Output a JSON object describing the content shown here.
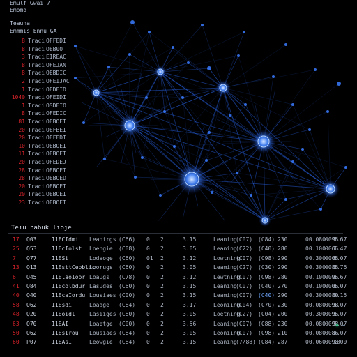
{
  "colors": {
    "background": "#000000",
    "edge": "#2d6cff",
    "node": "#3a7bff",
    "hub": "#bcd8ff",
    "accent_red": "#d8222a",
    "text": "#aeb7c5"
  },
  "side_panel": {
    "headers": [
      "Emulf Gwai 7",
      "Emomo",
      "Teauna",
      "Emmmis Ennu GA"
    ],
    "rows": [
      [
        "8",
        "Traci",
        "OFFEDI"
      ],
      [
        "8",
        "Traci",
        "OEB00"
      ],
      [
        "3",
        "Traci",
        "EIREAC"
      ],
      [
        "8",
        "Traci",
        "OFEJAN"
      ],
      [
        "8",
        "Traci",
        "OEBDIC"
      ],
      [
        "2",
        "Traci",
        "OFEIJAC"
      ],
      [
        "1",
        "Traci",
        "OEDEID"
      ],
      [
        "1040",
        "Traci",
        "OFEIDI"
      ],
      [
        "1",
        "Traci",
        "OSDEIO"
      ],
      [
        "8",
        "Traci",
        "OFEDIC"
      ],
      [
        "81",
        "Traci",
        "OEBOEI"
      ],
      [
        "20",
        "Traci",
        "OEFBEI"
      ],
      [
        "20",
        "Traci",
        "OEFEDI"
      ],
      [
        "10",
        "Traci",
        "OEBOEI"
      ],
      [
        "11",
        "Traci",
        "OEBOEI"
      ],
      [
        "20",
        "Traci",
        "OFEDEJ"
      ],
      [
        "28",
        "Traci",
        "OEBOEI"
      ],
      [
        "28",
        "Traci",
        "OEBOED"
      ],
      [
        "20",
        "Traci",
        "OEBOEI"
      ],
      [
        "20",
        "Traci",
        "OEBOEI"
      ],
      [
        "23",
        "Traci",
        "OEBOEI"
      ]
    ]
  },
  "table": {
    "title": "Teiu habuk lioje",
    "rows": [
      [
        "17",
        "Q03",
        "11FCIdmi",
        "Leanirgs",
        "(C66)",
        "0",
        "2",
        "3.15",
        "Leaning",
        "(C07)",
        "(C84)",
        "230",
        "00.080",
        "0095",
        "5.67"
      ],
      [
        "25",
        "Q53",
        "11EcIolst",
        "Loengie",
        "(C08)",
        "0",
        "2",
        "3.05",
        "Leaning",
        "(C22)",
        "(C40)",
        "280",
        "00.100",
        "0065",
        "5.47"
      ],
      [
        "7",
        "Q77",
        "11ESi",
        "Lodaoge",
        "(C60)",
        "01",
        "2",
        "3.12",
        "Lowtning",
        "(C07)",
        "(C98)",
        "290",
        "00.300",
        "0005",
        "5.07"
      ],
      [
        "13",
        "Q13",
        "11EsttCeoblic",
        "Loorugs",
        "(C60)",
        "0",
        "2",
        "3.05",
        "Leaming",
        "(C27)",
        "(C30)",
        "290",
        "00.300",
        "0085",
        "5.76"
      ],
      [
        "6",
        "Q45",
        "11ElaoIoor",
        "Loaugs",
        "(C78)",
        "0",
        "2",
        "3.12",
        "Lewtning",
        "(C07)",
        "(C98)",
        "280",
        "00.100",
        "0095",
        "5.67"
      ],
      [
        "41",
        "Q84",
        "11Ecolbdur",
        "Lasudes",
        "(C60)",
        "0",
        "2",
        "3.15",
        "Leaning",
        "(C07)",
        "(C40)",
        "270",
        "00.100",
        "0005",
        "5.07"
      ],
      [
        "40",
        "Q40",
        "11EcaIordu",
        "Lousiaes",
        "(C00)",
        "0",
        "2",
        "3.15",
        "Leaming",
        "(C07)",
        "(C40)",
        "290",
        "00.300",
        "0080",
        "5.15"
      ],
      [
        "58",
        "Q62",
        "11Esdi",
        "Loadge",
        "(C84)",
        "0",
        "2",
        "3.17",
        "Leoniing",
        "(C04)",
        "(C70)",
        "230",
        "00.080",
        "0098",
        "5.07"
      ],
      [
        "48",
        "Q20",
        "11Eoidl",
        "Lasiiges",
        "(C80)",
        "0",
        "2",
        "3.05",
        "Loetning",
        "(C27)",
        "(C04)",
        "200",
        "00.300",
        "0095",
        "5.07"
      ],
      [
        "63",
        "Q70",
        "11EAI",
        "Loaetge",
        "(C00)",
        "0",
        "2",
        "3.56",
        "Leaning",
        "(C07)",
        "(C88)",
        "230",
        "00.080",
        "0098",
        "5.07"
      ],
      [
        "50",
        "Q62",
        "11EsIrou",
        "Lousiaes",
        "(C84)",
        "0",
        "2",
        "3.05",
        "Leoniing",
        "(C07)",
        "(C98)",
        "210",
        "00.080",
        "0086",
        "5.07"
      ],
      [
        "60",
        "P07",
        "11EAsI",
        "Leowgie",
        "(C84)",
        "0",
        "2",
        "3.15",
        "Leaning",
        "(7/88)",
        "(C84)",
        "287",
        "00.060",
        "0098",
        "1800"
      ]
    ]
  }
}
